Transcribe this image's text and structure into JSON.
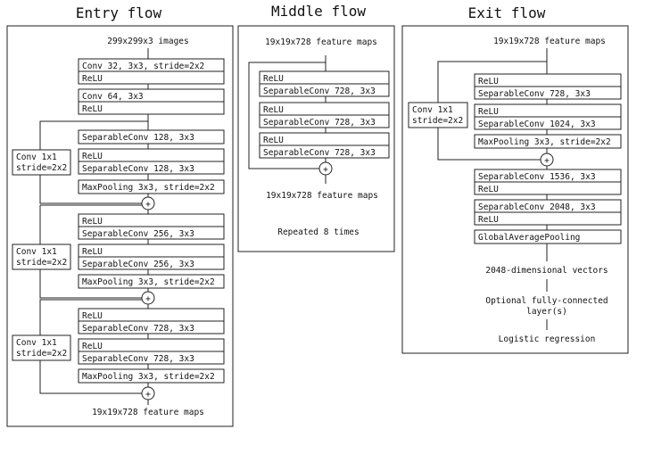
{
  "entry": {
    "title": "Entry flow",
    "input": "299x299x3 images",
    "b1": [
      "Conv 32, 3x3, stride=2x2",
      "ReLU"
    ],
    "b2": [
      "Conv 64, 3x3",
      "ReLU"
    ],
    "g1": [
      "SeparableConv 128, 3x3",
      "ReLU",
      "SeparableConv 128, 3x3",
      "MaxPooling 3x3, stride=2x2"
    ],
    "g2": [
      "ReLU",
      "SeparableConv 256, 3x3",
      "ReLU",
      "SeparableConv 256, 3x3",
      "MaxPooling 3x3, stride=2x2"
    ],
    "g3": [
      "ReLU",
      "SeparableConv 728, 3x3",
      "ReLU",
      "SeparableConv 728, 3x3",
      "MaxPooling 3x3, stride=2x2"
    ],
    "skip": [
      "Conv 1x1",
      "stride=2x2"
    ],
    "output": "19x19x728 feature maps"
  },
  "middle": {
    "title": "Middle flow",
    "input": "19x19x728 feature maps",
    "layers": [
      [
        "ReLU",
        "SeparableConv 728, 3x3"
      ],
      [
        "ReLU",
        "SeparableConv 728, 3x3"
      ],
      [
        "ReLU",
        "SeparableConv 728, 3x3"
      ]
    ],
    "output": "19x19x728 feature maps",
    "repeat": "Repeated 8 times"
  },
  "exit": {
    "title": "Exit flow",
    "input": "19x19x728 feature maps",
    "layers": [
      [
        "ReLU",
        "SeparableConv 728, 3x3"
      ],
      [
        "ReLU",
        "SeparableConv 1024, 3x3"
      ],
      [
        "MaxPooling 3x3, stride=2x2"
      ]
    ],
    "skip": [
      "Conv 1x1",
      "stride=2x2"
    ],
    "after": [
      [
        "SeparableConv 1536, 3x3",
        "ReLU"
      ],
      [
        "SeparableConv 2048, 3x3",
        "ReLU"
      ],
      [
        "GlobalAveragePooling"
      ]
    ],
    "vectors": "2048-dimensional vectors",
    "fc": [
      "Optional fully-connected",
      "layer(s)"
    ],
    "logistic": "Logistic regression"
  },
  "plus": "+"
}
